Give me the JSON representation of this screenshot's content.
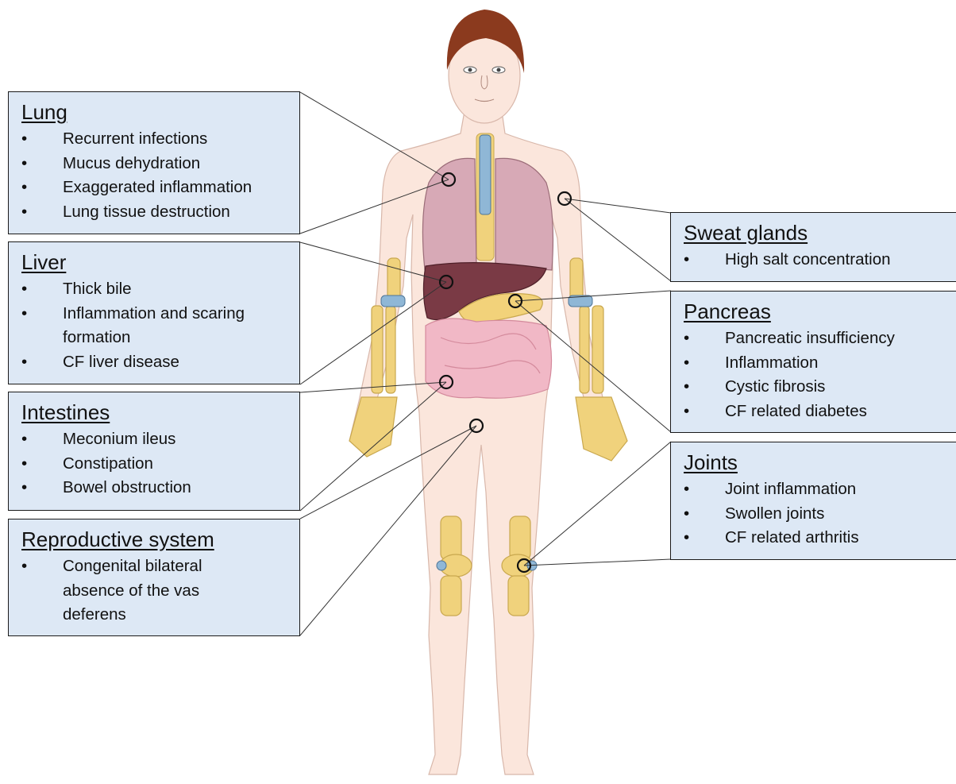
{
  "boxes": {
    "lung": {
      "title": "Lung",
      "items": [
        "Recurrent infections",
        "Mucus dehydration",
        "Exaggerated inflammation",
        "Lung tissue destruction"
      ]
    },
    "liver": {
      "title": "Liver",
      "items": [
        "Thick bile",
        "Inflammation and scaring formation",
        "CF liver disease"
      ]
    },
    "intestines": {
      "title": "Intestines",
      "items": [
        "Meconium ileus",
        "Constipation",
        "Bowel obstruction"
      ]
    },
    "reproductive": {
      "title": "Reproductive system",
      "items": [
        "Congenital bilateral absence of the vas deferens"
      ]
    },
    "sweat": {
      "title": "Sweat glands",
      "items": [
        "High salt concentration"
      ]
    },
    "pancreas": {
      "title": "Pancreas",
      "items": [
        "Pancreatic insufficiency",
        "Inflammation",
        "Cystic fibrosis",
        "CF related diabetes"
      ]
    },
    "joints": {
      "title": "Joints",
      "items": [
        "Joint inflammation",
        "Swollen joints",
        "CF related arthritis"
      ]
    }
  },
  "colors": {
    "box_fill": "#dde8f5",
    "border": "#1a1a1a",
    "skin": "#fbe6dc",
    "lung": "#d7a9b6",
    "liver": "#7a3a45",
    "pancreas": "#f2d27a",
    "intestines": "#f1b8c6",
    "bone": "#f0d27c",
    "cartilage": "#8fb7d6",
    "hair": "#8b3a1e"
  }
}
